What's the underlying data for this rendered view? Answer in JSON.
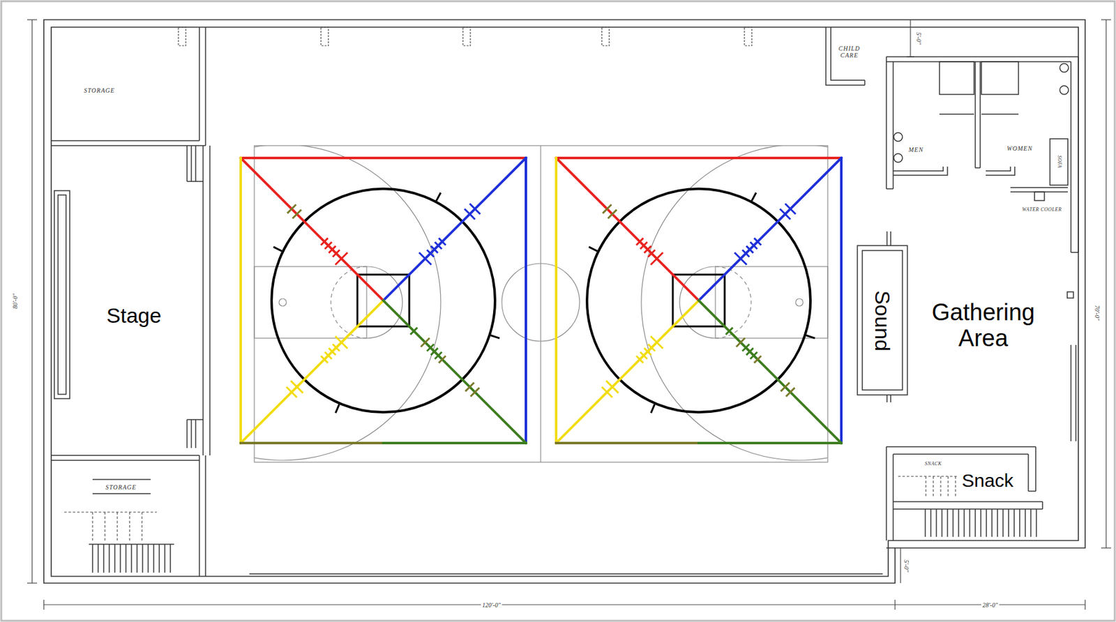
{
  "diagram": {
    "nodes": [
      {
        "text": [
          "STORAGE"
        ]
      },
      {
        "text": [
          "Stage"
        ]
      },
      {
        "text": [
          "STORAGE"
        ]
      },
      {
        "text": [
          "CHILD CARE"
        ]
      },
      {
        "text": [
          "MEN"
        ]
      },
      {
        "text": [
          "WOMEN"
        ]
      },
      {
        "text": [
          "Sound"
        ]
      },
      {
        "text": [
          "SNACK",
          "Snack"
        ]
      }
    ],
    "labels": [
      "Gathering Area",
      "SOFA",
      "WATER COOLER",
      "80'-0\"",
      "120'-0\"",
      "28'-0\"",
      "5'-0\"",
      "70'-0\"",
      "5'-0\""
    ]
  }
}
